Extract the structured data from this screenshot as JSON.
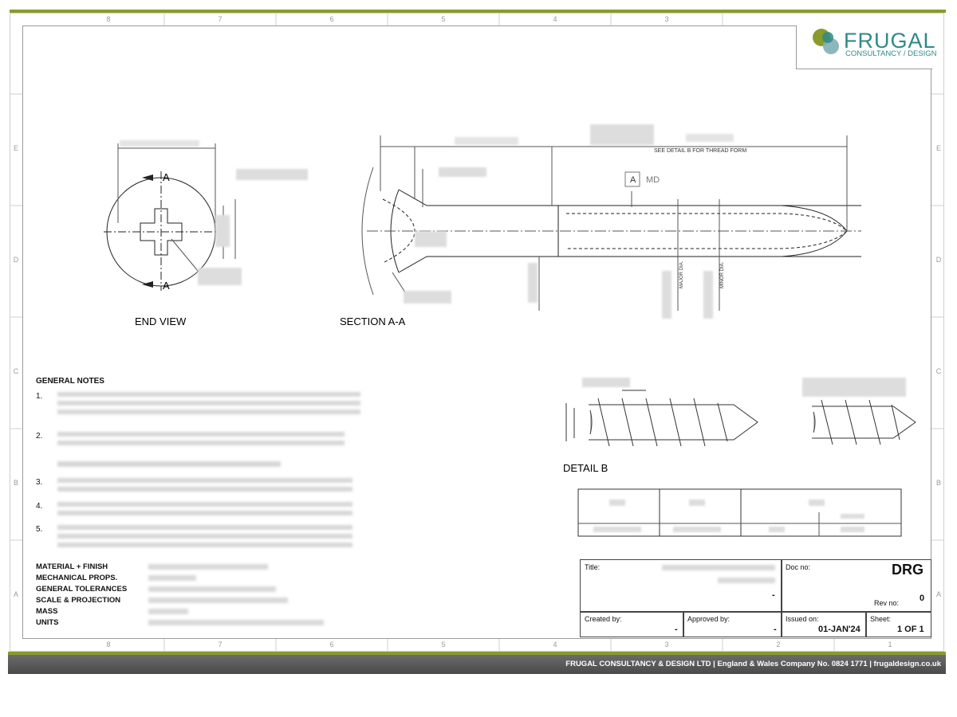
{
  "logo": {
    "word": "FRUGAL",
    "sub": "CONSULTANCY / DESIGN"
  },
  "zones": {
    "columns": [
      "8",
      "7",
      "6",
      "5",
      "4",
      "3",
      "2",
      "1"
    ],
    "rows": [
      "E",
      "D",
      "C",
      "B",
      "A"
    ]
  },
  "views": {
    "end_view": "END VIEW",
    "section": "SECTION A-A",
    "detail": "DETAIL B",
    "section_marker": "A",
    "datum": "A",
    "datum_suffix": "MD",
    "thread_note": "SEE DETAIL B FOR THREAD FORM",
    "major_dia": "MAJOR DIA.",
    "minor_dia": "MINOR DIA."
  },
  "general_notes": {
    "heading": "GENERAL NOTES",
    "numbers": [
      "1.",
      "2.",
      "3.",
      "4.",
      "5."
    ]
  },
  "specs": {
    "labels": [
      "MATERIAL + FINISH",
      "MECHANICAL PROPS.",
      "GENERAL TOLERANCES",
      "SCALE & PROJECTION",
      "MASS",
      "UNITS"
    ]
  },
  "title_block": {
    "title_label": "Title:",
    "title_value": "-",
    "doc_label": "Doc no:",
    "doc_value": "DRG",
    "rev_label": "Rev no:",
    "rev_value": "0",
    "created_label": "Created by:",
    "created_value": "-",
    "approved_label": "Approved by:",
    "approved_value": "-",
    "issued_label": "Issued on:",
    "issued_value": "01-JAN'24",
    "sheet_label": "Sheet:",
    "sheet_value": "1 OF 1"
  },
  "footer": {
    "text": "FRUGAL CONSULTANCY & DESIGN LTD | England & Wales Company No. 0824 1771 | frugaldesign.co.uk"
  },
  "colors": {
    "brand_green": "#8a9b2c",
    "logo_teal": "#2f8a86",
    "footer_grey": "#555555"
  }
}
